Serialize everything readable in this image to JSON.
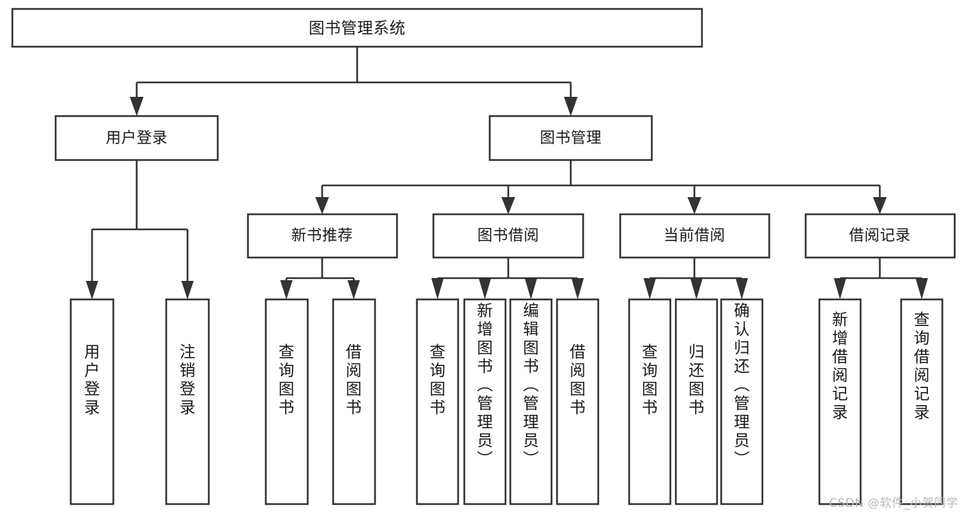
{
  "diagram": {
    "title": "图书管理系统",
    "type": "tree-hierarchy-diagram",
    "orientation": "top-down",
    "colors": {
      "stroke": "#333333",
      "fill": "#ffffff",
      "text": "#1a1a1a",
      "watermark": "#b9b9b9",
      "background": "#ffffff"
    }
  },
  "nodes": {
    "root": {
      "label": "图书管理系统",
      "level": 1
    },
    "level2": [
      {
        "id": "user-login",
        "label": "用户登录"
      },
      {
        "id": "book-manage",
        "label": "图书管理"
      }
    ],
    "level3": [
      {
        "id": "new-book-recommend",
        "label": "新书推荐",
        "parent": "book-manage"
      },
      {
        "id": "book-borrow",
        "label": "图书借阅",
        "parent": "book-manage"
      },
      {
        "id": "current-borrow",
        "label": "当前借阅",
        "parent": "book-manage"
      },
      {
        "id": "borrow-record",
        "label": "借阅记录",
        "parent": "book-manage"
      }
    ],
    "leaves": [
      {
        "id": "leaf-user-login",
        "label": "用户登录",
        "parent": "user-login"
      },
      {
        "id": "leaf-user-logout",
        "label": "注销登录",
        "parent": "user-login"
      },
      {
        "id": "leaf-query-book-1",
        "label": "查询图书",
        "parent": "new-book-recommend"
      },
      {
        "id": "leaf-borrow-book-1",
        "label": "借阅图书",
        "parent": "new-book-recommend"
      },
      {
        "id": "leaf-query-book-2",
        "label": "查询图书",
        "parent": "book-borrow"
      },
      {
        "id": "leaf-add-book",
        "label": "新增图书（管理员）",
        "parent": "book-borrow"
      },
      {
        "id": "leaf-edit-book",
        "label": "编辑图书（管理员）",
        "parent": "book-borrow"
      },
      {
        "id": "leaf-borrow-book-2",
        "label": "借阅图书",
        "parent": "book-borrow"
      },
      {
        "id": "leaf-query-book-3",
        "label": "查询图书",
        "parent": "current-borrow"
      },
      {
        "id": "leaf-return-book",
        "label": "归还图书",
        "parent": "current-borrow"
      },
      {
        "id": "leaf-confirm-return",
        "label": "确认归还（管理员）",
        "parent": "current-borrow"
      },
      {
        "id": "leaf-add-record",
        "label": "新增借阅记录",
        "parent": "borrow-record"
      },
      {
        "id": "leaf-query-record",
        "label": "查询借阅记录",
        "parent": "borrow-record"
      }
    ]
  },
  "watermark": {
    "text": "CSDN @软件_小贺同学"
  }
}
